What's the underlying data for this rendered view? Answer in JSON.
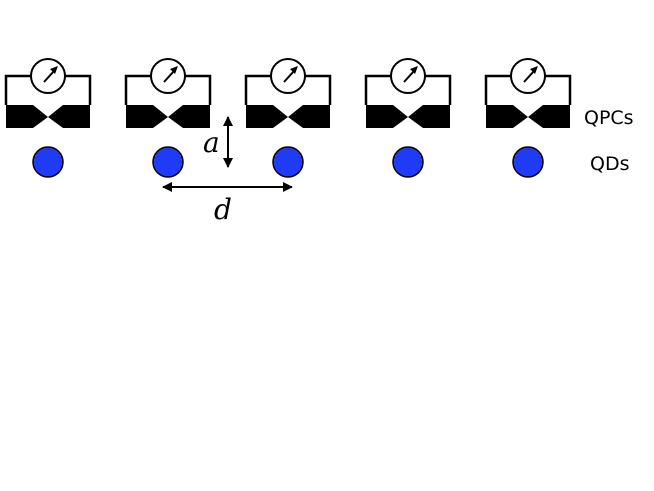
{
  "labels": {
    "qpc_row": "QPCs",
    "qd_row": "QDs",
    "vertical_distance": "a",
    "horizontal_distance": "d"
  },
  "detector_count": 5,
  "dot_count": 5,
  "colors": {
    "dot_fill": "#1f3bf5",
    "line": "#000000",
    "background": "#ffffff"
  },
  "icons": {
    "detector": "quantum-point-contact-with-meter-icon",
    "dot": "quantum-dot-circle"
  }
}
